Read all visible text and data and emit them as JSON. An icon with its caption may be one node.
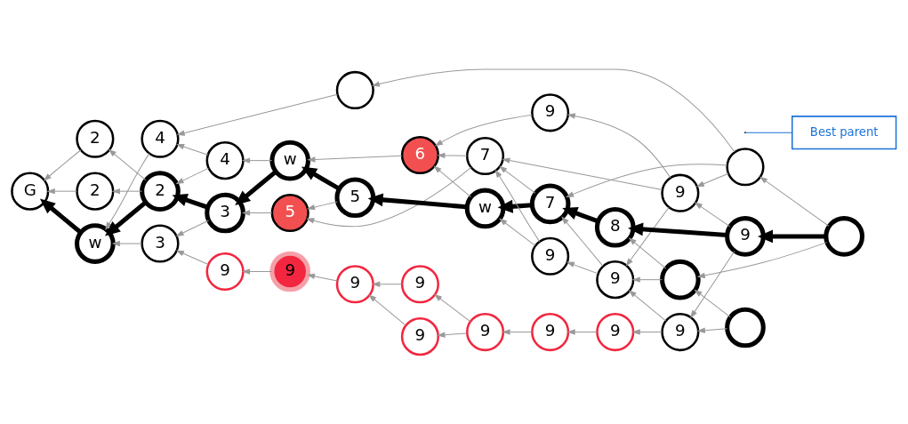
{
  "diagram": {
    "nodes": [
      {
        "text": [
          "G"
        ]
      },
      {
        "text": [
          "2"
        ]
      },
      {
        "text": [
          "4"
        ]
      },
      {
        "text": [
          "w"
        ]
      },
      {
        "text": [
          "2"
        ]
      },
      {
        "text": [
          "4"
        ]
      },
      {
        "text": [
          "2"
        ]
      },
      {
        "text": [
          "3"
        ]
      },
      {
        "text": [
          "3"
        ]
      },
      {
        "text": [
          "6"
        ]
      },
      {
        "text": [
          "w"
        ]
      },
      {
        "text": [
          "5"
        ]
      },
      {
        "text": [
          "5"
        ]
      },
      {
        "text": [
          "9"
        ]
      },
      {
        "text": [
          "7"
        ]
      },
      {
        "text": [
          "9"
        ]
      },
      {
        "text": [
          "7"
        ]
      },
      {
        "text": [
          "w"
        ]
      },
      {
        "text": [
          "9"
        ]
      },
      {
        "text": [
          "9"
        ]
      },
      {
        "text": [
          "8"
        ]
      },
      {
        "text": [
          "9"
        ]
      },
      {
        "text": [],
        "shape": "circle"
      },
      {
        "text": [],
        "shape": "circle"
      },
      {
        "text": [],
        "shape": "circle"
      },
      {
        "text": [],
        "shape": "circle"
      },
      {
        "text": [],
        "shape": "circle"
      },
      {
        "text": [
          "9"
        ]
      },
      {
        "text": [
          "9"
        ]
      },
      {
        "text": [
          "9"
        ]
      },
      {
        "text": [
          "9"
        ]
      },
      {
        "text": [
          "9"
        ]
      },
      {
        "text": [
          "9"
        ]
      },
      {
        "text": [
          "9"
        ]
      },
      {
        "text": [
          "9"
        ]
      },
      {
        "text": [
          "9"
        ]
      },
      {
        "text": [
          "Best parent"
        ]
      }
    ],
    "edges": [
      {
        "from": 1,
        "to": 0,
        "arrow": "to"
      },
      {
        "from": 6,
        "to": 0,
        "arrow": "to"
      },
      {
        "from": 3,
        "to": 0,
        "arrow": "to",
        "style": "thick",
        "color": "#000000"
      },
      {
        "from": 4,
        "to": 3,
        "arrow": "to",
        "style": "thick",
        "color": "#000000"
      },
      {
        "from": 2,
        "to": 3,
        "arrow": "to"
      },
      {
        "from": 4,
        "to": 1,
        "arrow": "to"
      },
      {
        "from": 4,
        "to": 6,
        "arrow": "to"
      },
      {
        "from": 7,
        "to": 3,
        "arrow": "to"
      },
      {
        "from": 5,
        "to": 2,
        "arrow": "to"
      },
      {
        "from": 5,
        "to": 4,
        "arrow": "to"
      },
      {
        "from": 8,
        "to": 4,
        "arrow": "to",
        "style": "thick",
        "color": "#000000"
      },
      {
        "from": 8,
        "to": 7,
        "arrow": "to"
      },
      {
        "from": 10,
        "to": 8,
        "arrow": "to",
        "style": "thick",
        "color": "#000000"
      },
      {
        "from": 10,
        "to": 5,
        "arrow": "to"
      },
      {
        "from": 9,
        "to": 10,
        "arrow": "to"
      },
      {
        "from": 11,
        "to": 10,
        "arrow": "to",
        "style": "thick",
        "color": "#000000"
      },
      {
        "from": 11,
        "to": 12,
        "arrow": "to"
      },
      {
        "from": 12,
        "to": 8,
        "arrow": "to"
      },
      {
        "from": 13,
        "to": 9,
        "arrow": "to"
      },
      {
        "from": 14,
        "to": 9,
        "arrow": "to"
      },
      {
        "from": 17,
        "to": 9,
        "arrow": "to"
      },
      {
        "from": 14,
        "to": 12,
        "arrow": "to"
      },
      {
        "from": 17,
        "to": 11,
        "arrow": "to",
        "style": "thick",
        "color": "#000000"
      },
      {
        "from": 16,
        "to": 17,
        "arrow": "to",
        "style": "thick",
        "color": "#000000"
      },
      {
        "from": 18,
        "to": 17,
        "arrow": "to"
      },
      {
        "from": 15,
        "to": 14,
        "arrow": "to"
      },
      {
        "from": 16,
        "to": 14,
        "arrow": "to"
      },
      {
        "from": 18,
        "to": 14,
        "arrow": "to"
      },
      {
        "from": 15,
        "to": 13,
        "arrow": "to"
      },
      {
        "from": 23,
        "to": 15,
        "arrow": "to"
      },
      {
        "from": 23,
        "to": 16,
        "arrow": "to"
      },
      {
        "from": 23,
        "to": 22,
        "arrow": "to"
      },
      {
        "from": 24,
        "to": 23,
        "arrow": "to"
      },
      {
        "from": 24,
        "to": 21,
        "arrow": "to",
        "style": "thick",
        "color": "#000000"
      },
      {
        "from": 24,
        "to": 25,
        "arrow": "to"
      },
      {
        "from": 21,
        "to": 15,
        "arrow": "to"
      },
      {
        "from": 21,
        "to": 20,
        "arrow": "to",
        "style": "thick",
        "color": "#000000"
      },
      {
        "from": 20,
        "to": 16,
        "arrow": "to",
        "style": "thick",
        "color": "#000000"
      },
      {
        "from": 21,
        "to": 27,
        "arrow": "to"
      },
      {
        "from": 15,
        "to": 19,
        "arrow": "to"
      },
      {
        "from": 25,
        "to": 20,
        "arrow": "to"
      },
      {
        "from": 25,
        "to": 19,
        "arrow": "to"
      },
      {
        "from": 26,
        "to": 25,
        "arrow": "to"
      },
      {
        "from": 26,
        "to": 27,
        "arrow": "to"
      },
      {
        "from": 19,
        "to": 16,
        "arrow": "to"
      },
      {
        "from": 19,
        "to": 18,
        "arrow": "to"
      },
      {
        "from": 27,
        "to": 19,
        "arrow": "to"
      },
      {
        "from": 22,
        "to": 2,
        "arrow": "to"
      },
      {
        "from": 27,
        "to": 35,
        "arrow": "to"
      },
      {
        "from": 35,
        "to": 34,
        "arrow": "to"
      },
      {
        "from": 34,
        "to": 33,
        "arrow": "to"
      },
      {
        "from": 33,
        "to": 31,
        "arrow": "to"
      },
      {
        "from": 33,
        "to": 32,
        "arrow": "to"
      },
      {
        "from": 31,
        "to": 30,
        "arrow": "to"
      },
      {
        "from": 32,
        "to": 30,
        "arrow": "to"
      },
      {
        "from": 30,
        "to": 29,
        "arrow": "to"
      },
      {
        "from": 29,
        "to": 28,
        "arrow": "to"
      },
      {
        "from": 28,
        "to": 7,
        "arrow": "to"
      },
      {
        "from": 36,
        "to": null,
        "arrow": "none",
        "color": "#1a73d9"
      }
    ]
  }
}
